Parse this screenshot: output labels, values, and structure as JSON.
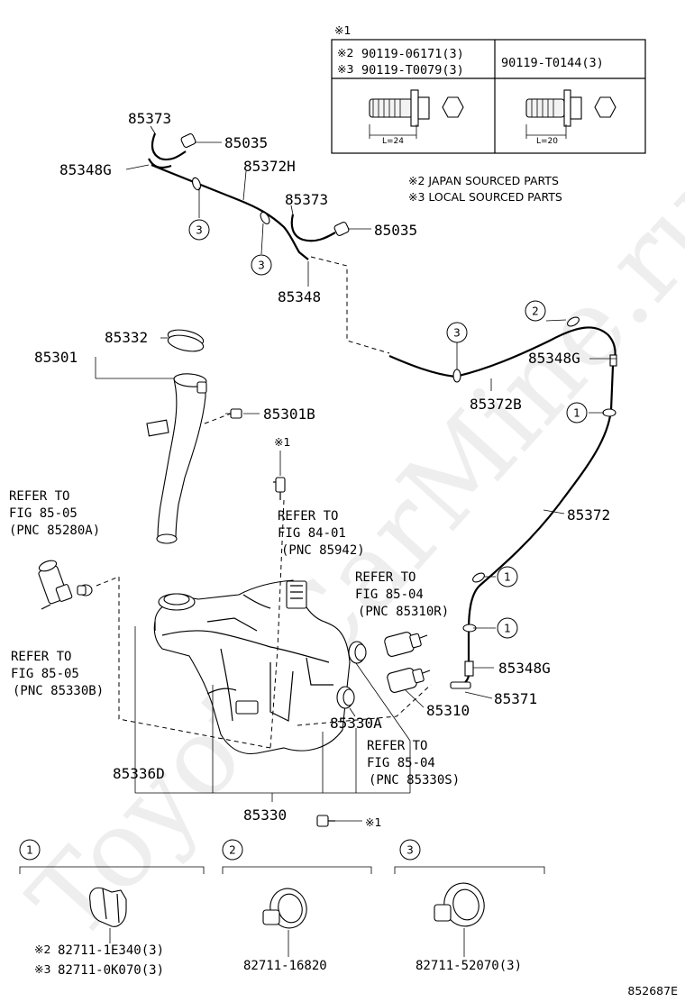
{
  "diagram_id": "852687E",
  "watermark": "ToyotaCarMine.ru",
  "legend_table": {
    "header_mark": "※1",
    "left": {
      "row1_mark": "※2",
      "row1_part": "90119-06171(3)",
      "row2_mark": "※3",
      "row2_part": "90119-T0079(3)",
      "length_label": "L=24"
    },
    "right": {
      "part": "90119-T0144(3)",
      "length_label": "L=20"
    }
  },
  "source_notes": {
    "japan": "※2 JAPAN SOURCED PARTS",
    "local": "※3 LOCAL SOURCED PARTS"
  },
  "parts": {
    "p85373a": "85373",
    "p85035a": "85035",
    "p85348g_a": "85348G",
    "p85372h": "85372H",
    "p85373b": "85373",
    "p85035b": "85035",
    "p85348": "85348",
    "p85332": "85332",
    "p85301": "85301",
    "p85301b": "85301B",
    "p85348g_b": "85348G",
    "p85372b": "85372B",
    "p85372": "85372",
    "p85348g_c": "85348G",
    "p85371": "85371",
    "p85310": "85310",
    "p85330a": "85330A",
    "p85336d": "85336D",
    "p85330": "85330",
    "mark_bolt_top": "※1",
    "mark_bolt_bottom": "※1"
  },
  "refer_notes": {
    "r1": [
      "REFER TO",
      "FIG 85-05",
      "(PNC 85280A)"
    ],
    "r2": [
      "REFER TO",
      "FIG 84-01",
      "(PNC 85942)"
    ],
    "r3": [
      "REFER TO",
      "FIG 85-04",
      "(PNC 85310R)"
    ],
    "r4": [
      "REFER TO",
      "FIG 85-05",
      "(PNC 85330B)"
    ],
    "r5": [
      "REFER TO",
      "FIG 85-04",
      "(PNC 85330S)"
    ]
  },
  "callout_numbers": [
    "1",
    "2",
    "3"
  ],
  "clamps": {
    "c1_num": "1",
    "c1_line1_mark": "※2",
    "c1_line1_part": "82711-1E340(3)",
    "c1_line2_mark": "※3",
    "c1_line2_part": "82711-0K070(3)",
    "c2_num": "2",
    "c2_part": "82711-16820",
    "c3_num": "3",
    "c3_part": "82711-52070(3)"
  }
}
